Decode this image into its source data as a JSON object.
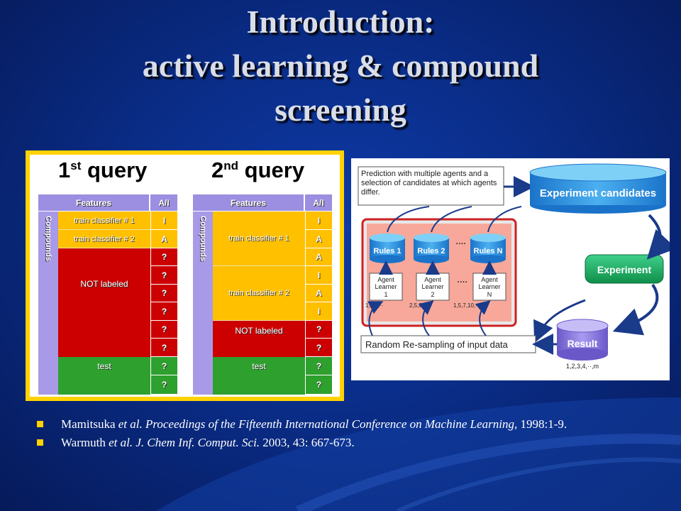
{
  "title": {
    "line1": "Introduction:",
    "line2": "active learning & compound",
    "line3": "screening"
  },
  "panel": {
    "q1": {
      "ord": "1",
      "sup": "st",
      "word": "query"
    },
    "q2": {
      "ord": "2",
      "sup": "nd",
      "word": "query"
    },
    "features_header": "Features",
    "ai_header": "A/I",
    "compounds_label": "Compounds",
    "table1": {
      "rows": [
        "train classifier # 1",
        "train classifier # 2",
        "NOT labeled",
        "test"
      ],
      "values": [
        "I",
        "A",
        "?",
        "?",
        "?",
        "?",
        "?",
        "?",
        "?",
        "?"
      ]
    },
    "table2": {
      "rows": [
        "train classifier # 1",
        "train classifier # 2",
        "NOT labeled",
        "test"
      ],
      "values": [
        "I",
        "A",
        "A",
        "I",
        "A",
        "I",
        "?",
        "?",
        "?",
        "?"
      ]
    }
  },
  "diagram": {
    "callout": "Prediction with multiple agents and a selection of candidates at which agents differ.",
    "experiment_candidates": "Experiment candidates",
    "experiment": "Experiment",
    "result": "Result",
    "result_sub": "1,2,3,4,··,m",
    "rules": [
      "Rules 1",
      "Rules 2",
      "Rules N"
    ],
    "dots": "····",
    "agents": [
      {
        "l1": "Agent",
        "l2": "Learner",
        "l3": "1",
        "ids": "1,3,6,··"
      },
      {
        "l1": "Agent",
        "l2": "Learner",
        "l3": "2",
        "ids": "2,5,8,··"
      },
      {
        "l1": "Agent",
        "l2": "Learner",
        "l3": "N",
        "ids": "1,5,7,10,··"
      }
    ],
    "resampling": "Random Re-sampling of input data"
  },
  "references": [
    {
      "author": "Mamitsuka ",
      "etal": "et al. ",
      "journal": "Proceedings of the Fifteenth International Conference on Machine Learning,",
      "rest": " 1998:1-9."
    },
    {
      "author": "Warmuth ",
      "etal": "et al. ",
      "journal": "J. Chem Inf. Comput. Sci.",
      "rest": " 2003, 43: 667-673."
    }
  ]
}
